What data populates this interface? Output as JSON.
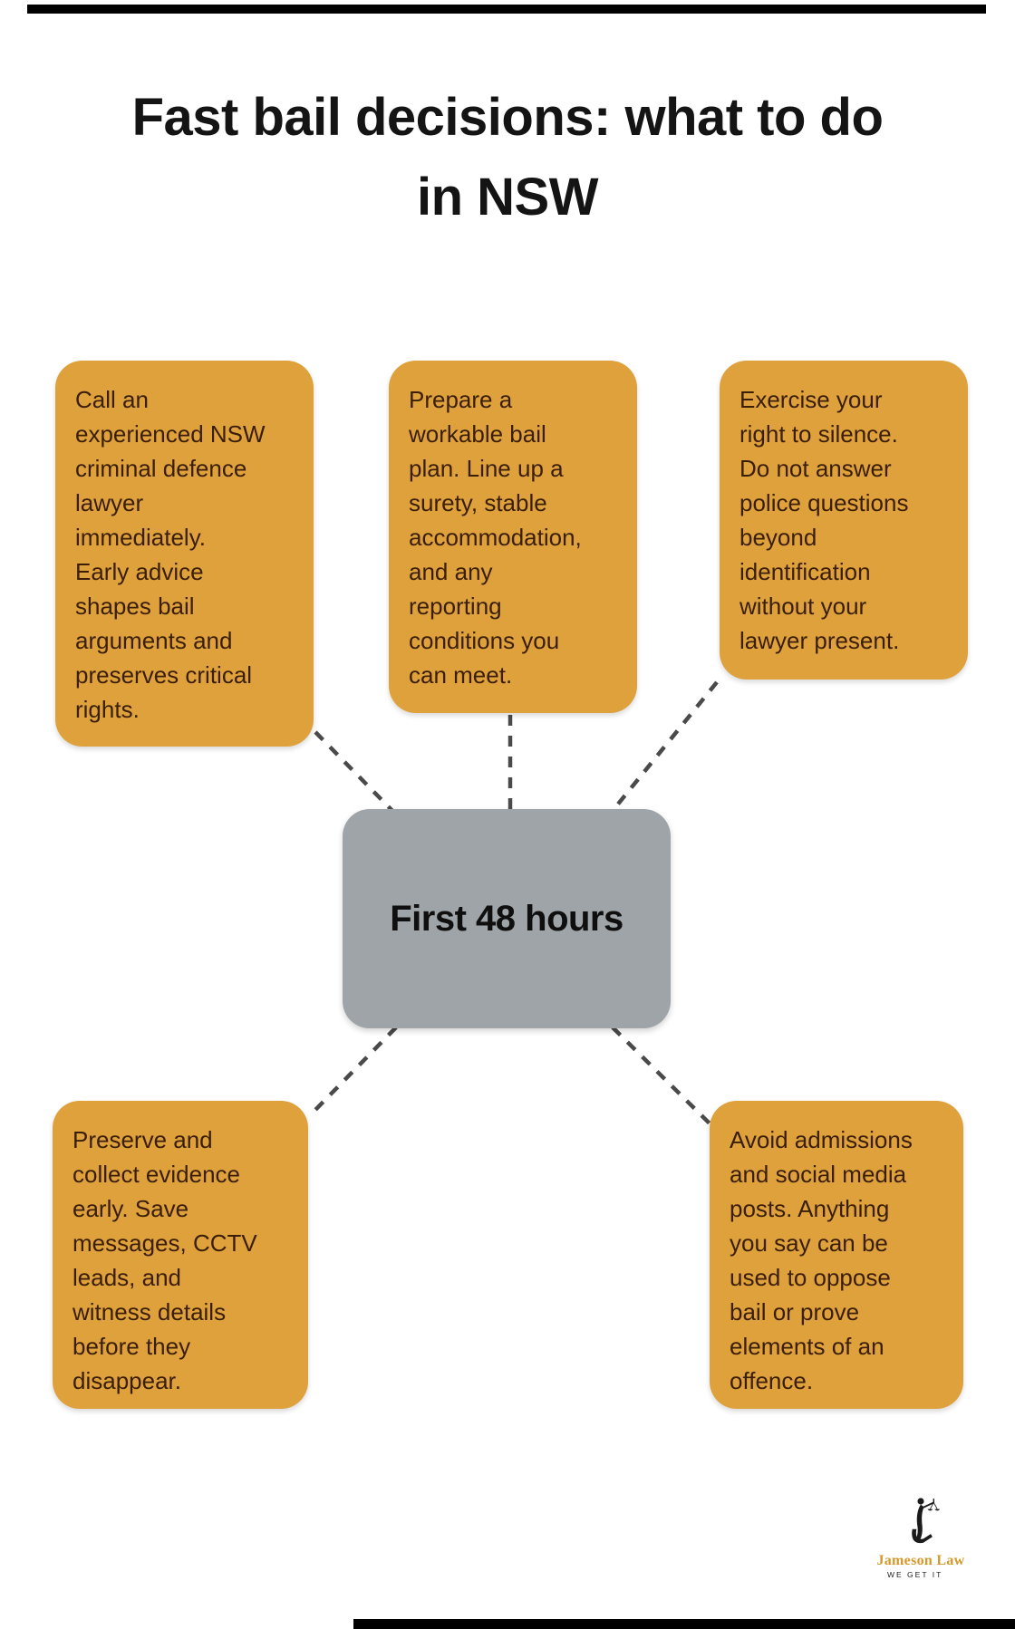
{
  "title": {
    "text": "Fast bail decisions: what to do\nin NSW",
    "color": "#141414"
  },
  "center_node": {
    "label": "First 48 hours",
    "bg_color": "#9EA4A7",
    "text_color": "#0F0F0F"
  },
  "node_style": {
    "bg_color": "#DFA13C",
    "text_color": "#3A1E07"
  },
  "connector_color": "#4A4A4A",
  "nodes": [
    {
      "id": "call-lawyer",
      "text": "Call an\nexperienced NSW\ncriminal defence\nlawyer\nimmediately.\nEarly advice\nshapes bail\narguments and\npreserves critical\nrights."
    },
    {
      "id": "bail-plan",
      "text": "Prepare a\nworkable bail\nplan. Line up a\nsurety, stable\naccommodation,\nand any\nreporting\nconditions you\ncan meet."
    },
    {
      "id": "right-to-silence",
      "text": "Exercise your\nright to silence.\nDo not answer\npolice questions\nbeyond\nidentification\nwithout your\nlawyer present."
    },
    {
      "id": "preserve-evidence",
      "text": "Preserve and\ncollect evidence\nearly. Save\nmessages, CCTV\nleads, and\nwitness details\nbefore they\ndisappear."
    },
    {
      "id": "avoid-admissions",
      "text": "Avoid admissions\nand social media\nposts. Anything\nyou say can be\nused to oppose\nbail or prove\nelements of an\noffence."
    }
  ],
  "logo": {
    "name": "Jameson Law",
    "tagline": "WE GET IT",
    "brand_color": "#D6992B"
  }
}
